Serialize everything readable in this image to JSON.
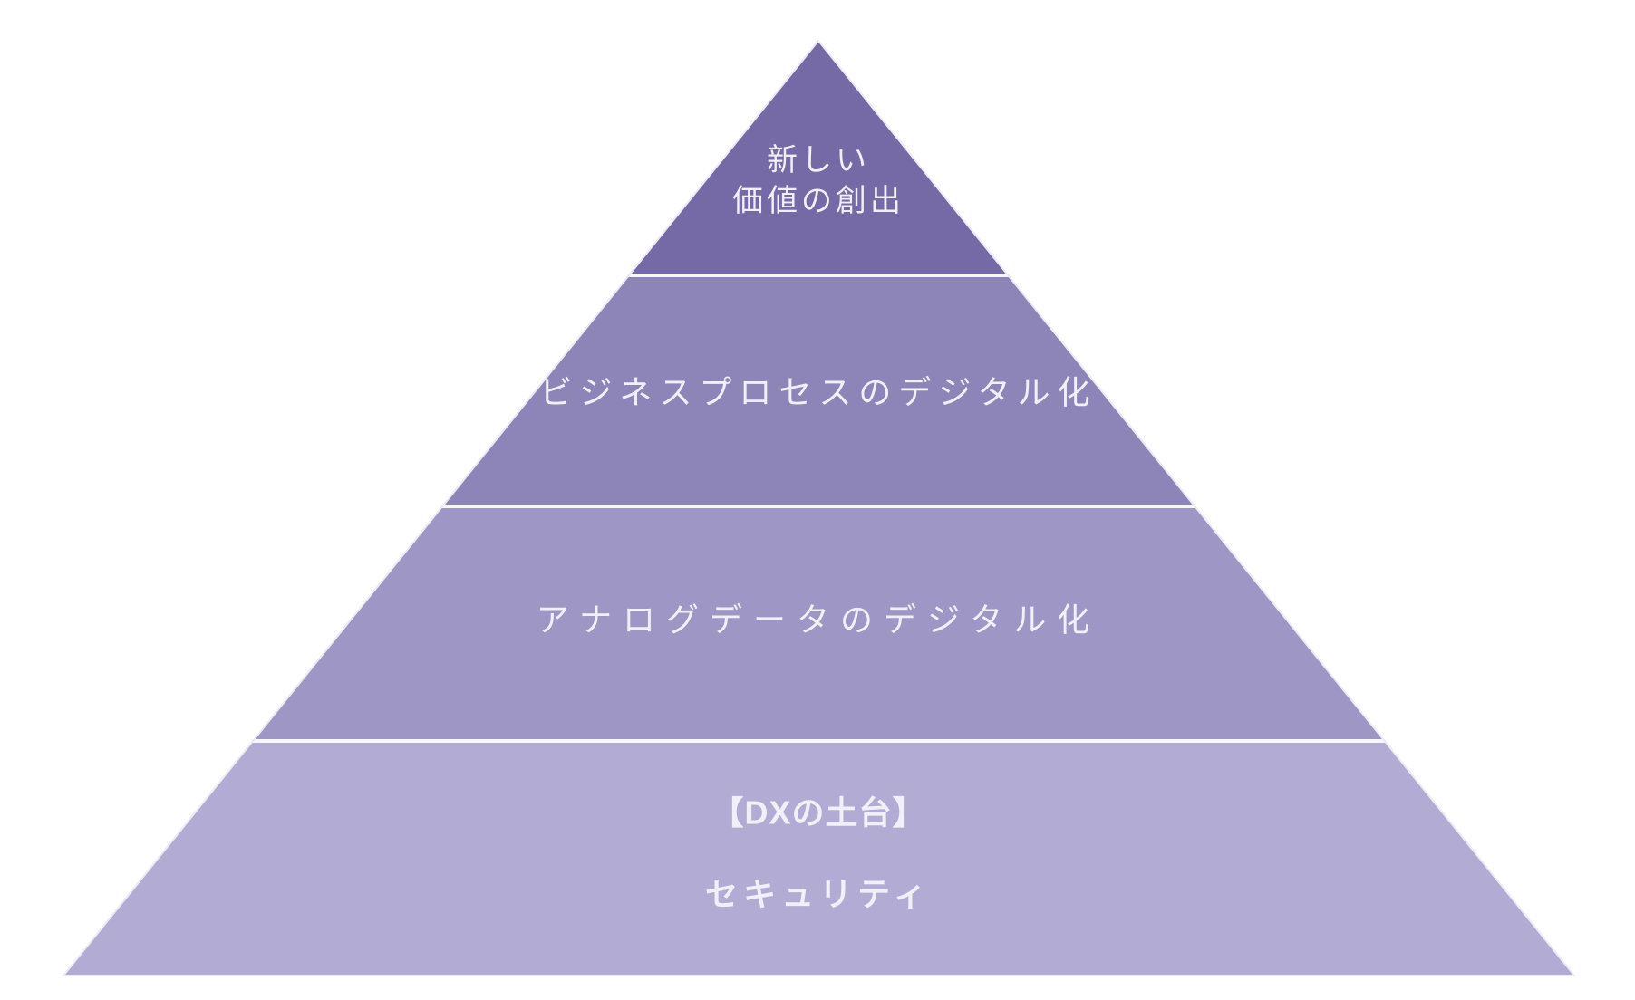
{
  "pyramid": {
    "label_color": "#f1eff7",
    "divider_color": "#f7f6fa",
    "edge_color": "#eceaf2",
    "tiers": [
      {
        "name": "new-value-creation",
        "color": "#7569a6",
        "lines": [
          "新しい",
          "価値の創出"
        ]
      },
      {
        "name": "business-process-digitalization",
        "color": "#8d85b8",
        "lines": [
          "ビジネスプロセスのデジタル化"
        ]
      },
      {
        "name": "analog-data-digitalization",
        "color": "#9e97c5",
        "lines": [
          "アナログデータのデジタル化"
        ]
      },
      {
        "name": "dx-foundation-security",
        "color": "#b2acd4",
        "lines": [
          "【DXの土台】",
          "セキュリティ"
        ]
      }
    ]
  }
}
